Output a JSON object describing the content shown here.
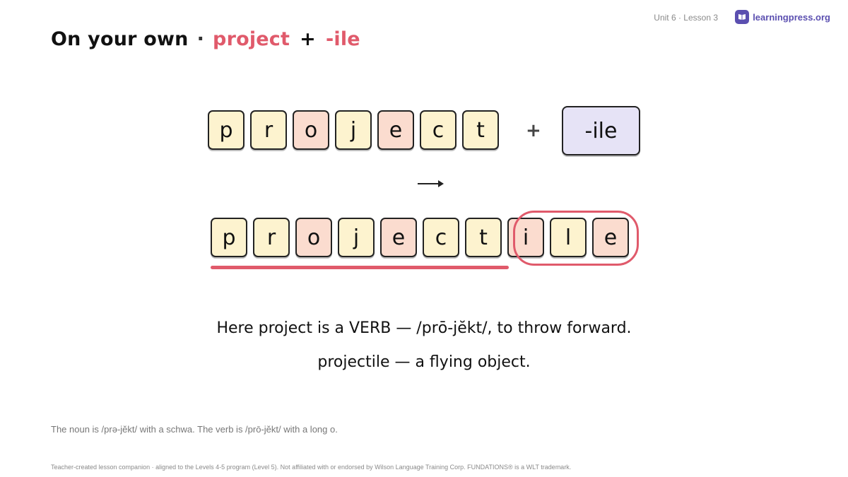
{
  "header": {
    "meta": "Unit 6 · Lesson 3",
    "brand": "learningpress.org",
    "brand_icon": "book-icon",
    "brand_color": "#5b4fb0"
  },
  "title": {
    "prefix": "On your own",
    "separator": "·",
    "base": "project",
    "plus": "+",
    "suffix": "-ile",
    "accent_color": "#e05a6b"
  },
  "base_word": {
    "letters": [
      "p",
      "r",
      "o",
      "j",
      "e",
      "c",
      "t"
    ],
    "letter_types": [
      "consonant",
      "consonant",
      "vowel",
      "consonant",
      "vowel",
      "consonant",
      "consonant"
    ]
  },
  "operator": "+",
  "suffix_tile": "-ile",
  "result_word": {
    "letters": [
      "p",
      "r",
      "o",
      "j",
      "e",
      "c",
      "t",
      "i",
      "l",
      "e"
    ],
    "letter_types": [
      "consonant",
      "consonant",
      "vowel",
      "consonant",
      "vowel",
      "consonant",
      "consonant",
      "vowel",
      "consonant",
      "vowel"
    ]
  },
  "tile_colors": {
    "consonant": "#fdf3cf",
    "vowel": "#fbdccf",
    "suffix": "#e6e3f6"
  },
  "explanation": {
    "line1": "Here project is a VERB — /prō-jĕkt/, to throw forward.",
    "line2": "projectile — a flying object."
  },
  "note": "The noun is /prə-jĕkt/ with a schwa. The verb is /prō-jĕkt/ with a long o.",
  "footer": "Teacher-created lesson companion · aligned to the Levels 4-5 program (Level 5). Not affiliated with or endorsed by Wilson Language Training Corp. FUNDATIONS® is a WLT trademark."
}
